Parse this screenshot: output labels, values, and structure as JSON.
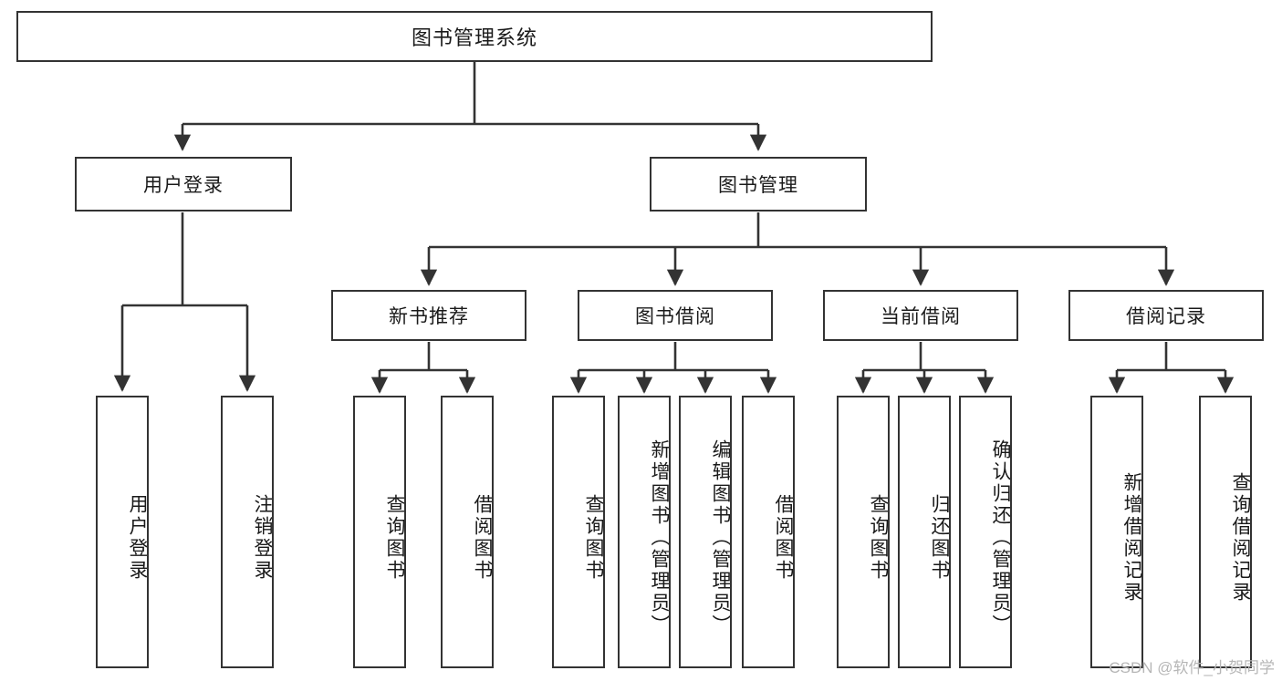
{
  "diagram": {
    "title": "图书管理系统",
    "type": "tree-hierarchy",
    "watermark": "CSDN @软件_小贺同学",
    "colors": {
      "border": "#333333",
      "background": "#ffffff",
      "text": "#1a1a1a",
      "watermark": "#b6b6b6"
    },
    "nodes": {
      "root": {
        "label": "图书管理系统",
        "orientation": "horizontal"
      },
      "level2": [
        {
          "id": "user-login",
          "label": "用户登录",
          "orientation": "horizontal"
        },
        {
          "id": "book-manage",
          "label": "图书管理",
          "orientation": "horizontal"
        }
      ],
      "level3": [
        {
          "id": "new-book-recommend",
          "label": "新书推荐",
          "orientation": "horizontal"
        },
        {
          "id": "book-borrow",
          "label": "图书借阅",
          "orientation": "horizontal"
        },
        {
          "id": "current-borrow",
          "label": "当前借阅",
          "orientation": "horizontal"
        },
        {
          "id": "borrow-record",
          "label": "借阅记录",
          "orientation": "horizontal"
        }
      ],
      "leaves": [
        {
          "id": "leaf-user-login",
          "label": "用户登录",
          "parent": "user-login"
        },
        {
          "id": "leaf-user-logout",
          "label": "注销登录",
          "parent": "user-login"
        },
        {
          "id": "leaf-query-book-1",
          "label": "查询图书",
          "parent": "new-book-recommend"
        },
        {
          "id": "leaf-borrow-book-1",
          "label": "借阅图书",
          "parent": "new-book-recommend"
        },
        {
          "id": "leaf-query-book-2",
          "label": "查询图书",
          "parent": "book-borrow"
        },
        {
          "id": "leaf-add-book",
          "label": "新增图书（管理员）",
          "parent": "book-borrow"
        },
        {
          "id": "leaf-edit-book",
          "label": "编辑图书（管理员）",
          "parent": "book-borrow"
        },
        {
          "id": "leaf-borrow-book-2",
          "label": "借阅图书",
          "parent": "book-borrow"
        },
        {
          "id": "leaf-query-book-3",
          "label": "查询图书",
          "parent": "current-borrow"
        },
        {
          "id": "leaf-return-book",
          "label": "归还图书",
          "parent": "current-borrow"
        },
        {
          "id": "leaf-confirm-return",
          "label": "确认归还（管理员）",
          "parent": "current-borrow"
        },
        {
          "id": "leaf-add-record",
          "label": "新增借阅记录",
          "parent": "borrow-record"
        },
        {
          "id": "leaf-query-record",
          "label": "查询借阅记录",
          "parent": "borrow-record"
        }
      ]
    }
  }
}
